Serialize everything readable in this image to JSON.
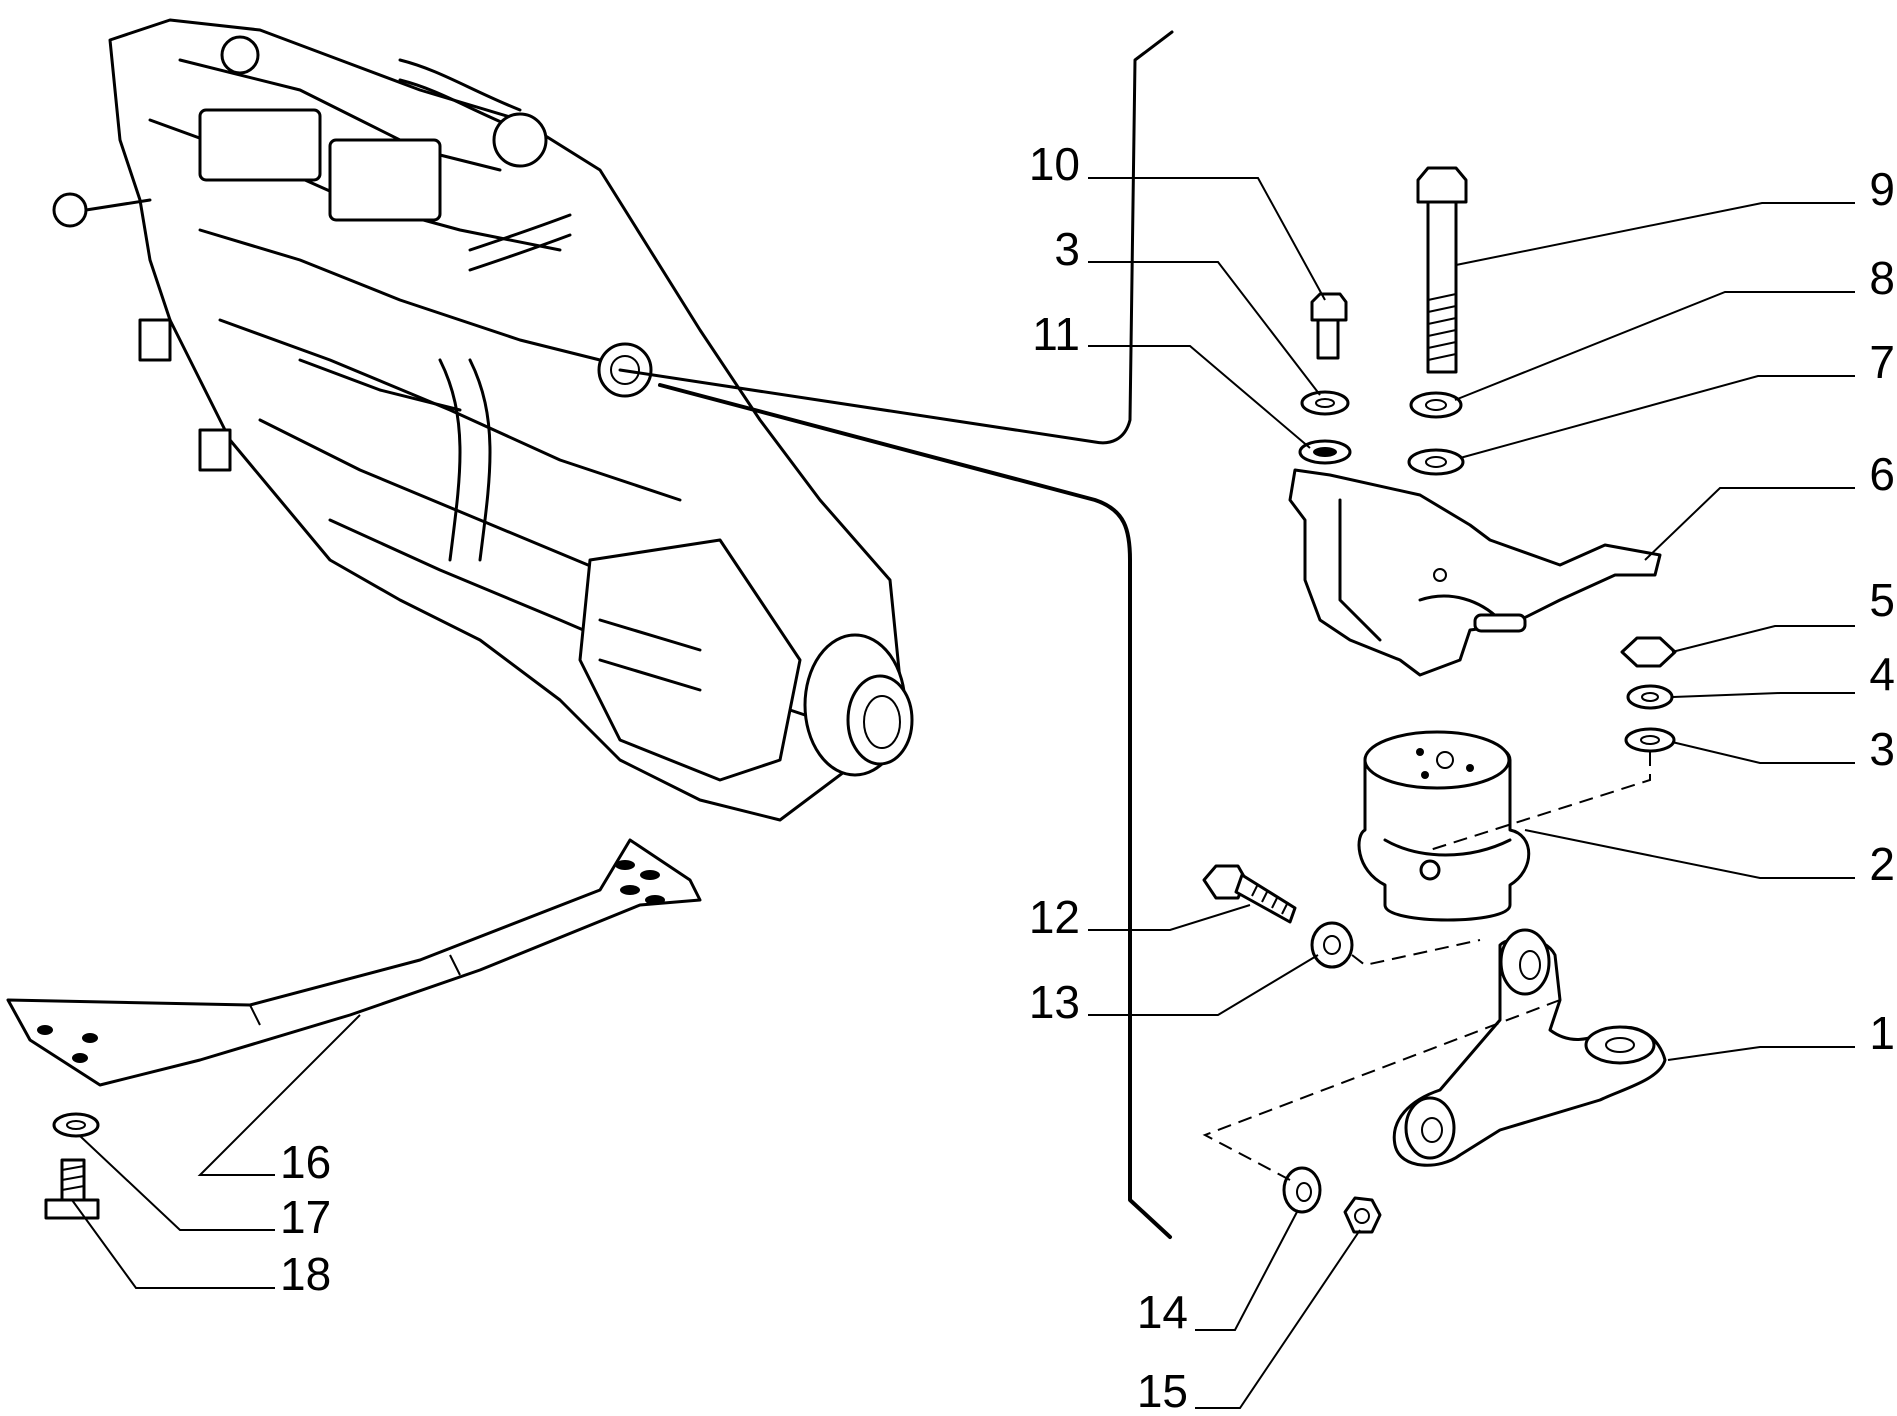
{
  "diagram": {
    "callouts": [
      {
        "id": "c10",
        "label": "10"
      },
      {
        "id": "c3a",
        "label": "3"
      },
      {
        "id": "c11",
        "label": "11"
      },
      {
        "id": "c9",
        "label": "9"
      },
      {
        "id": "c8",
        "label": "8"
      },
      {
        "id": "c7",
        "label": "7"
      },
      {
        "id": "c6",
        "label": "6"
      },
      {
        "id": "c5",
        "label": "5"
      },
      {
        "id": "c4",
        "label": "4"
      },
      {
        "id": "c3b",
        "label": "3"
      },
      {
        "id": "c2",
        "label": "2"
      },
      {
        "id": "c12",
        "label": "12"
      },
      {
        "id": "c13",
        "label": "13"
      },
      {
        "id": "c1",
        "label": "1"
      },
      {
        "id": "c14",
        "label": "14"
      },
      {
        "id": "c15",
        "label": "15"
      },
      {
        "id": "c16",
        "label": "16"
      },
      {
        "id": "c17",
        "label": "17"
      },
      {
        "id": "c18",
        "label": "18"
      }
    ]
  }
}
